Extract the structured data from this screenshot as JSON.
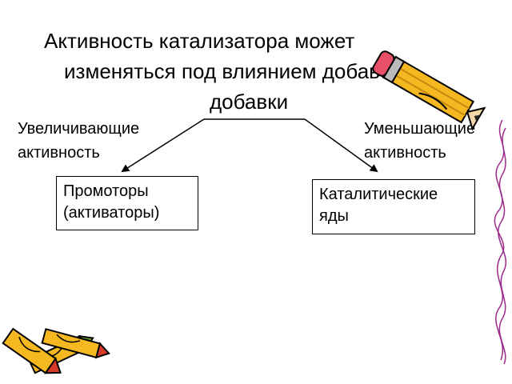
{
  "title": {
    "line1": "Активность катализатора может",
    "line2": "изменяться под влиянием добавок."
  },
  "diagram": {
    "center_label": "добавки",
    "left_label": {
      "line1": "Увеличивающие",
      "line2": "активность"
    },
    "right_label": {
      "line1": "Уменьшающие",
      "line2": "активность"
    },
    "left_box": {
      "line1": "Промоторы",
      "line2": "(активаторы)"
    },
    "right_box": {
      "line1": "Каталитические",
      "line2": "яды"
    }
  },
  "footer": {
    "asterisk": "*"
  },
  "decor": {
    "pencil_icon_color": "#f5b820",
    "clip_art": [
      "pencil-icon",
      "crayons-icon",
      "spiral-border"
    ]
  }
}
